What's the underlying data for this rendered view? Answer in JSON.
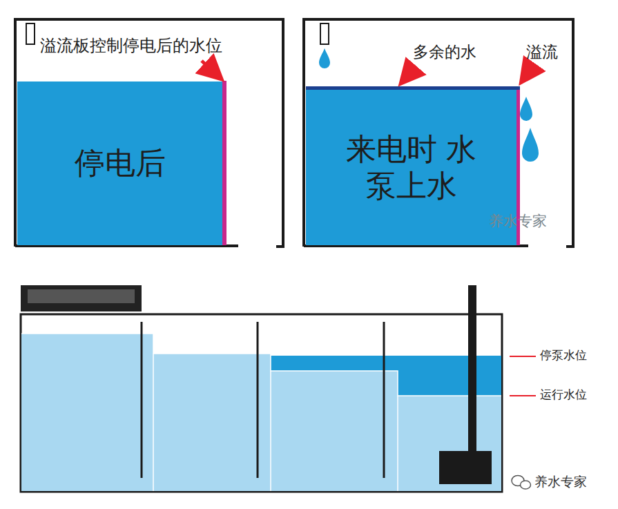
{
  "diagram": {
    "nodes": [
      {
        "text": [
          "停电后"
        ]
      },
      {
        "text": [
          "来电时 水泵上水"
        ]
      }
    ],
    "labels": [
      "溢流板控制停电后的水位",
      "多余的水",
      "溢流",
      "养水专家",
      "停泵水位",
      "运行水位",
      "养水专家"
    ]
  }
}
